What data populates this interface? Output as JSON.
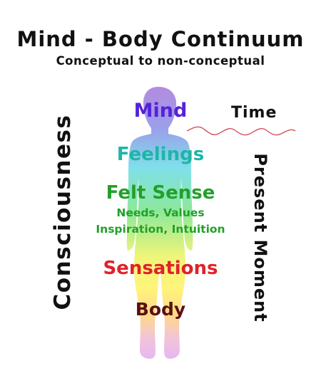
{
  "title": "Mind - Body Continuum",
  "subtitle": "Conceptual to non-conceptual",
  "center_labels": {
    "mind": "Mind",
    "feelings": "Feelings",
    "felt_sense": "Felt Sense",
    "felt_sense_sub1": "Needs, Values",
    "felt_sense_sub2": "Inspiration, Intuition",
    "sensations": "Sensations",
    "body": "Body"
  },
  "left_axis": "Consciousness",
  "right_top": "Time",
  "right_axis": "Present Moment",
  "colors": {
    "mind": "#5522d8",
    "feelings": "#1fb5a8",
    "felt_sense": "#22a02a",
    "sensations": "#e0222a",
    "body": "#5a1010",
    "wave": "#d0505a",
    "silhouette_top": "#b48ae0",
    "silhouette_mid": "#7fe0ea",
    "silhouette_low": "#fff47a",
    "silhouette_bottom": "#e6b7f3"
  }
}
